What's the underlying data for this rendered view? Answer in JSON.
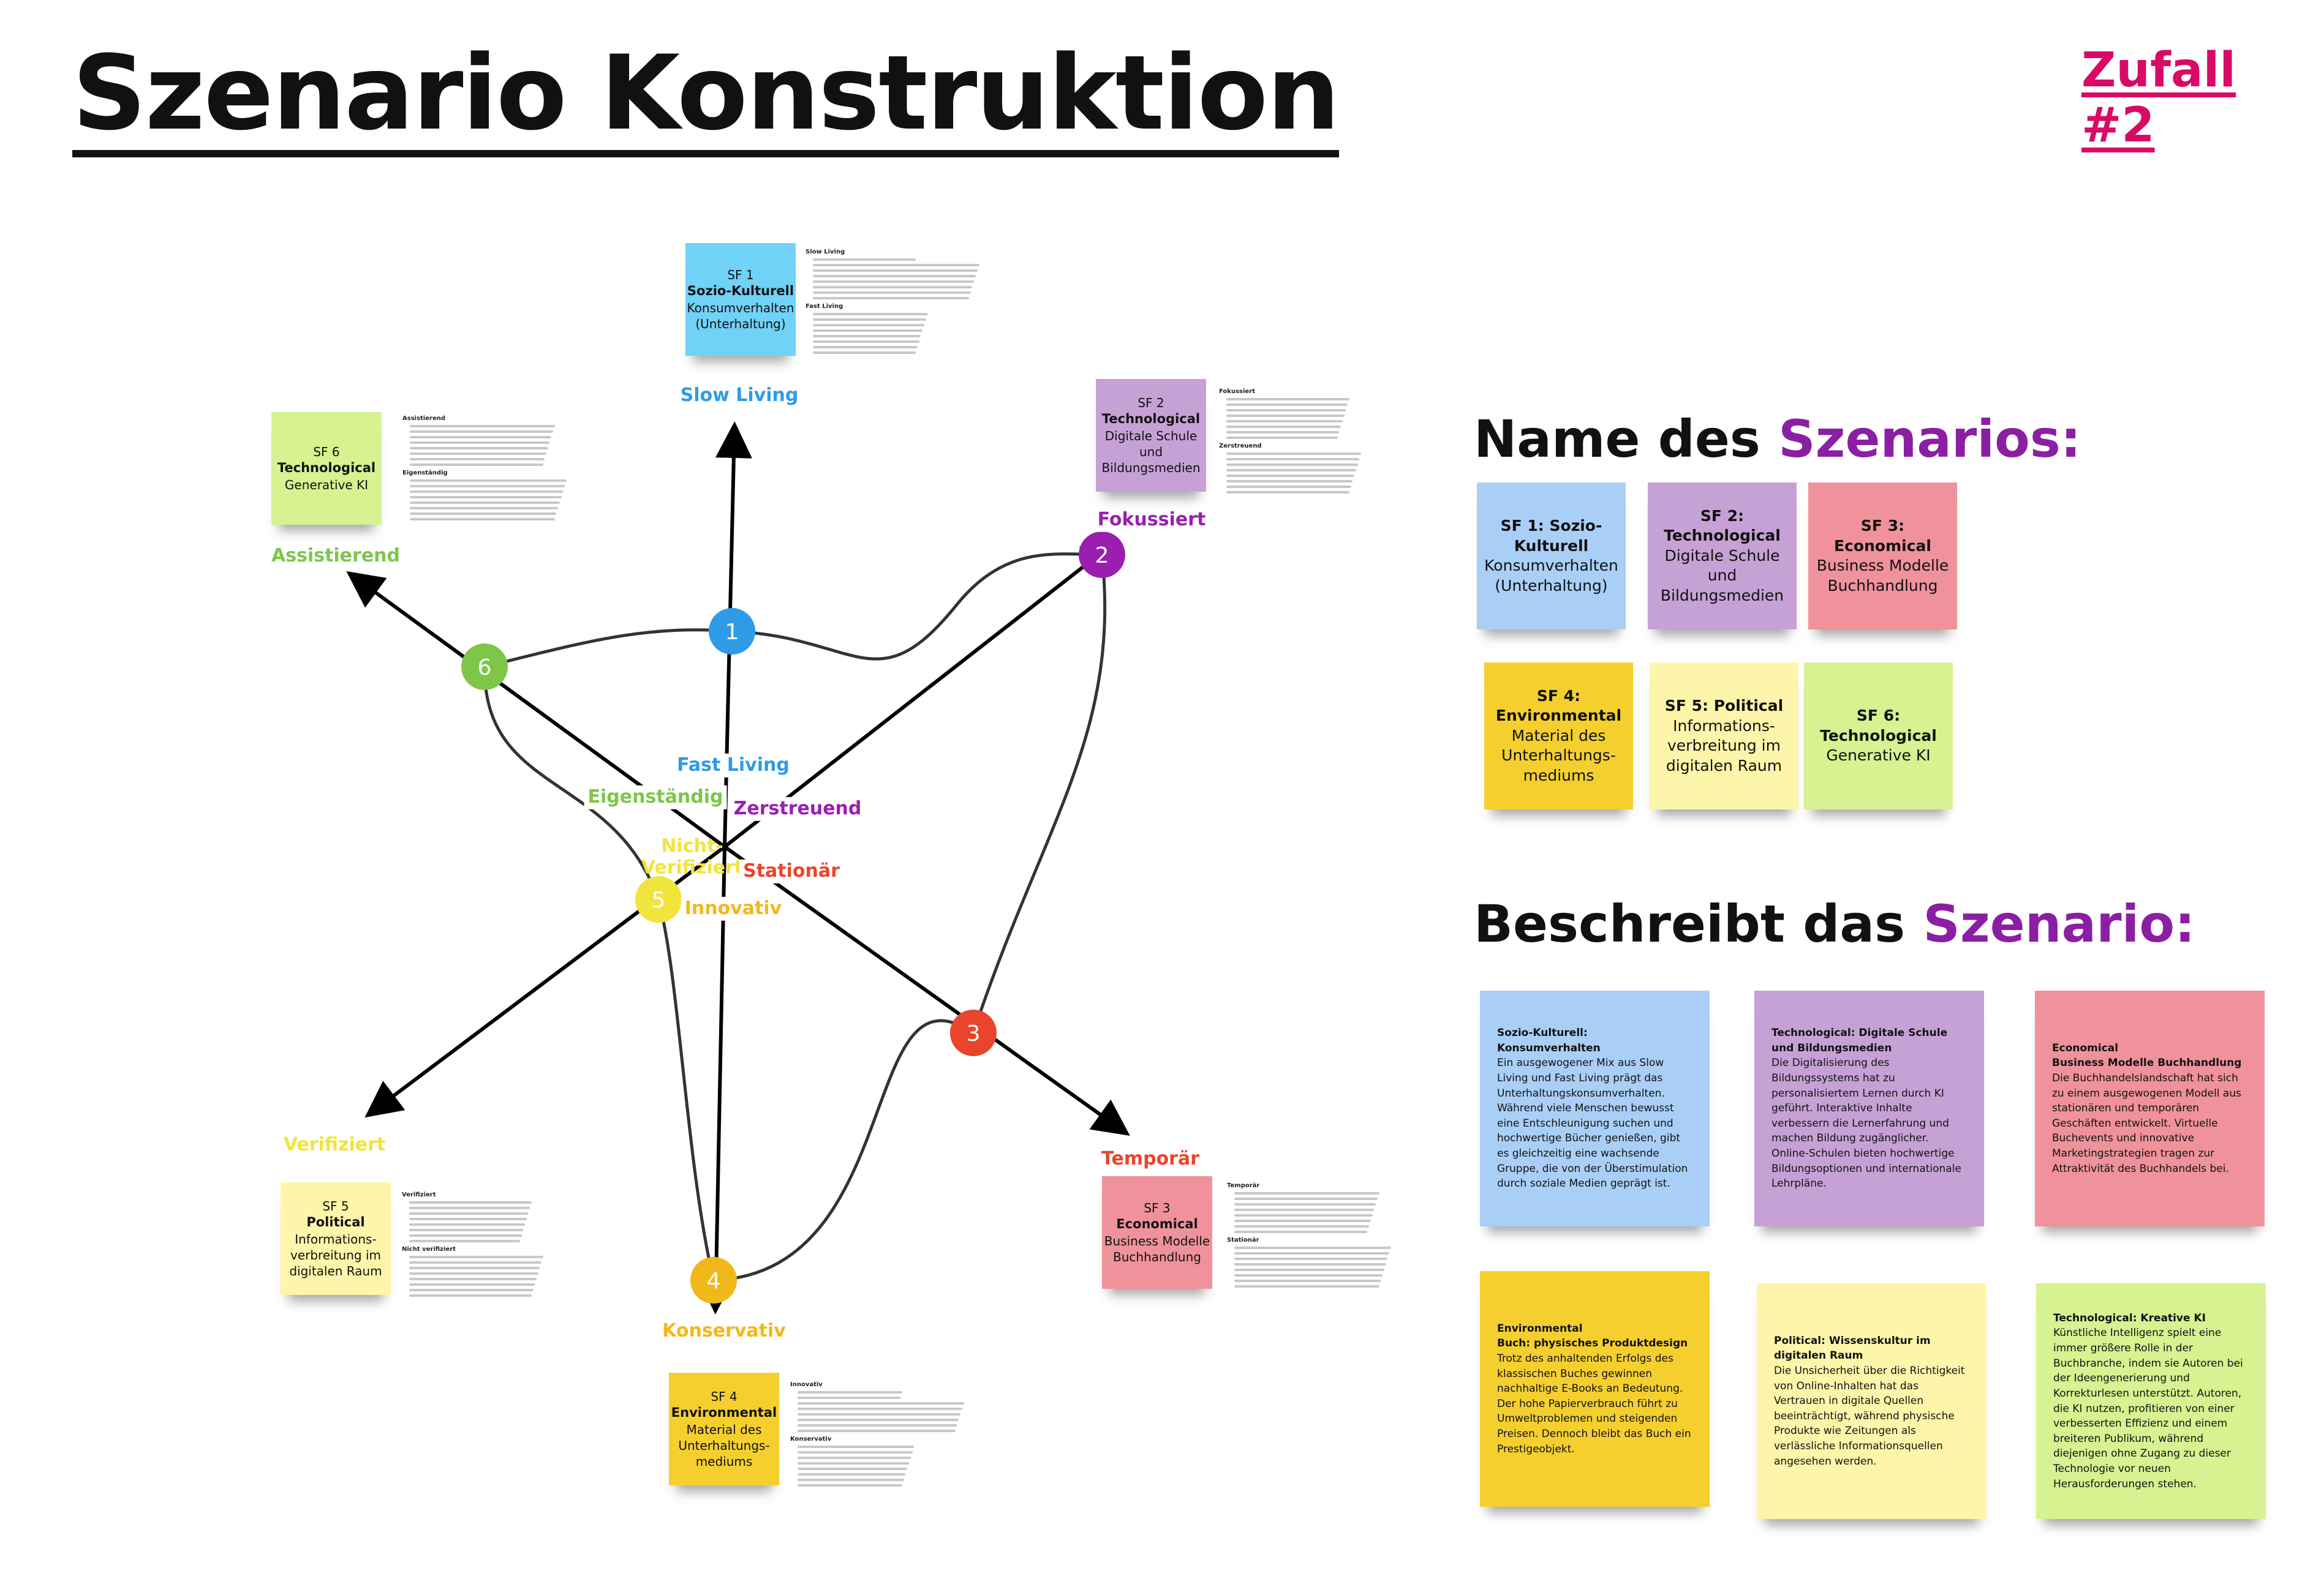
{
  "title": "Szenario Konstruktion",
  "badge": "Zufall #2",
  "colors": {
    "accent_purple": "#8b1fa3",
    "badge": "#d80a66",
    "blue": "#2f9be8",
    "purple": "#9a1fb0",
    "green": "#7dc64a",
    "yellow": "#f1e43c",
    "red": "#e8452c",
    "orange": "#f0b81a"
  },
  "diagram": {
    "nodes": [
      "1",
      "2",
      "3",
      "4",
      "5",
      "6"
    ],
    "labels": {
      "slow_living": "Slow Living",
      "fast_living": "Fast Living",
      "fokussiert": "Fokussiert",
      "zerstreuend": "Zerstreuend",
      "assistierend": "Assistierend",
      "eigenstaendig": "Eigenständig",
      "verifiziert": "Verifiziert",
      "nicht_verifiziert_1": "Nicht-",
      "nicht_verifiziert_2": "Verifiziert",
      "temporaer": "Temporär",
      "stationaer": "Stationär",
      "konservativ": "Konservativ",
      "innovativ": "Innovativ"
    },
    "factors": [
      {
        "num": "SF 1",
        "cat": "Sozio-Kulturell",
        "name": "Konsumverhalten (Unterhaltung)",
        "notes": [
          "Slow Living",
          "Fast Living"
        ]
      },
      {
        "num": "SF 2",
        "cat": "Technological",
        "name": "Digitale Schule und Bildungsmedien",
        "notes": [
          "Fokussiert",
          "Zerstreuend"
        ]
      },
      {
        "num": "SF 3",
        "cat": "Economical",
        "name": "Business Modelle Buchhandlung",
        "notes": [
          "Temporär",
          "Stationär"
        ]
      },
      {
        "num": "SF 4",
        "cat": "Environmental",
        "name": "Material des Unterhaltungs-mediums",
        "notes": [
          "Innovativ",
          "Konservativ"
        ]
      },
      {
        "num": "SF 5",
        "cat": "Political",
        "name": "Informations-verbreitung im digitalen Raum",
        "notes": [
          "Verifiziert",
          "Nicht verifiziert"
        ]
      },
      {
        "num": "SF 6",
        "cat": "Technological",
        "name": "Generative KI",
        "notes": [
          "Assistierend",
          "Eigenständig"
        ]
      }
    ]
  },
  "name_section": {
    "title_plain": "Name des ",
    "title_accent": "Szenarios:",
    "notes": [
      {
        "head": "SF 1: Sozio-Kulturell",
        "body": "Konsumverhalten (Unterhaltung)"
      },
      {
        "head": "SF 2: Technological",
        "body": "Digitale Schule und Bildungsmedien"
      },
      {
        "head": "SF 3: Economical",
        "body": "Business Modelle Buchhandlung"
      },
      {
        "head": "SF 4: Environmental",
        "body": "Material des Unterhaltungs-mediums"
      },
      {
        "head": "SF 5: Political",
        "body": "Informations-verbreitung im digitalen Raum"
      },
      {
        "head": "SF 6: Technological",
        "body": "Generative KI"
      }
    ]
  },
  "describe_section": {
    "title_plain": "Beschreibt das ",
    "title_accent": "Szenario:",
    "notes": [
      {
        "head": "Sozio-Kulturell: Konsumverhalten",
        "body": "Ein ausgewogener Mix aus Slow Living und Fast Living prägt das Unterhaltungskonsumverhalten. Während viele Menschen bewusst eine Entschleunigung suchen und hochwertige Bücher genießen, gibt es gleichzeitig eine wachsende Gruppe, die von der Überstimulation durch soziale Medien geprägt ist."
      },
      {
        "head": "Technological: Digitale Schule und Bildungsmedien",
        "body": "Die Digitalisierung des Bildungssystems hat zu personalisiertem Lernen durch KI geführt. Interaktive Inhalte verbessern die Lernerfahrung und machen Bildung zugänglicher. Online-Schulen bieten hochwertige Bildungsoptionen und internationale Lehrpläne."
      },
      {
        "head": "Economical\nBusiness Modelle Buchhandlung",
        "body": "Die Buchhandelslandschaft hat sich zu einem ausgewogenen Modell aus stationären und temporären Geschäften entwickelt. Virtuelle Buchevents und innovative Marketingstrategien tragen zur Attraktivität des Buchhandels bei."
      },
      {
        "head": "Environmental\nBuch: physisches Produktdesign",
        "body": "Trotz des anhaltenden Erfolgs des klassischen Buches gewinnen nachhaltige E-Books an Bedeutung. Der hohe Papierverbrauch führt zu Umweltproblemen und steigenden Preisen. Dennoch bleibt das Buch ein Prestigeobjekt."
      },
      {
        "head": "Political: Wissenskultur im digitalen Raum",
        "body": "Die Unsicherheit über die Richtigkeit von Online-Inhalten hat das Vertrauen in digitale Quellen beeinträchtigt, während physische Produkte wie Zeitungen als verlässliche Informationsquellen angesehen werden."
      },
      {
        "head": "Technological: Kreative KI",
        "body": "Künstliche Intelligenz spielt eine immer größere Rolle in der Buchbranche, indem sie Autoren bei der Ideengenerierung und Korrekturlesen unterstützt. Autoren, die KI nutzen, profitieren von einer verbesserten Effizienz und einem breiteren Publikum, während diejenigen ohne Zugang zu dieser Technologie vor neuen Herausforderungen stehen."
      }
    ]
  }
}
